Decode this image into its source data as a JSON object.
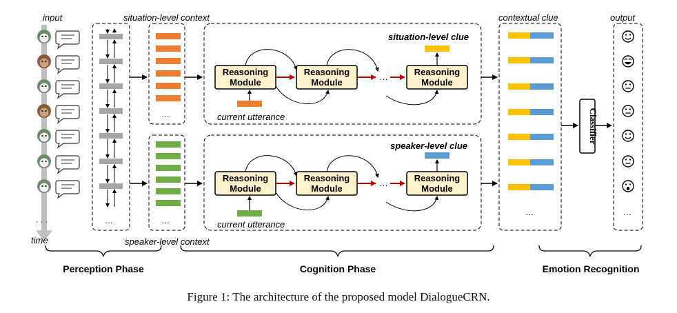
{
  "labels": {
    "input": "input",
    "time": "time",
    "output": "output",
    "situation_context": "situation-level context",
    "speaker_context": "speaker-level context",
    "contextual_clue": "contextual clue",
    "situation_clue": "situation-level clue",
    "speaker_clue": "speaker-level clue",
    "reasoning_line1": "Reasoning",
    "reasoning_line2": "Module",
    "current_utterance": "current utterance",
    "classifier": "Classifier",
    "ellipsis": "…",
    "dots": "· · ·"
  },
  "phases": {
    "perception": "Perception Phase",
    "cognition": "Cognition Phase",
    "emotion": "Emotion Recognition"
  },
  "caption": "Figure 1: The architecture of the proposed model DialogueCRN.",
  "emotions": [
    "smile",
    "laugh",
    "neutral",
    "neutral",
    "smile",
    "neutral",
    "surprise"
  ],
  "colors": {
    "orange": "#ED7D31",
    "green": "#70AD47",
    "yellow": "#FFC000",
    "blue": "#5B9BD5",
    "gray": "#A6A6A6",
    "module_fill": "#FFF2CC",
    "red_arrow": "#C00000"
  }
}
